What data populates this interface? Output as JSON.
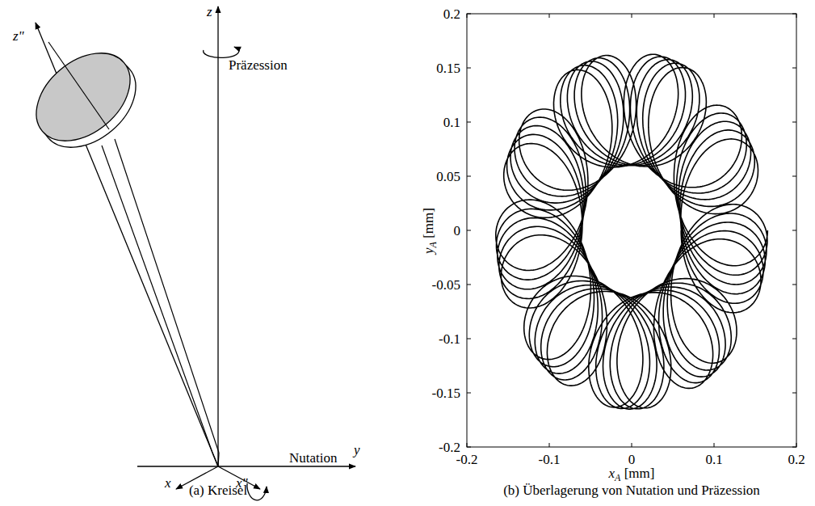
{
  "diagram": {
    "labels": [
      "z",
      "Präzession",
      "z\"",
      "y",
      "x",
      "x\"",
      "Nutation",
      "(a) Kreisel",
      "0.2",
      "0.15",
      "0.1",
      "0.05",
      "0",
      "-0.05",
      "-0.1",
      "-0.15",
      "-0.2",
      "-0.2",
      "-0.1",
      "0",
      "0.1",
      "0.2",
      "x",
      "A",
      "[mm]",
      "y",
      "A",
      "[mm]",
      "(b) Überlagerung von Nutation und Präzession"
    ]
  }
}
